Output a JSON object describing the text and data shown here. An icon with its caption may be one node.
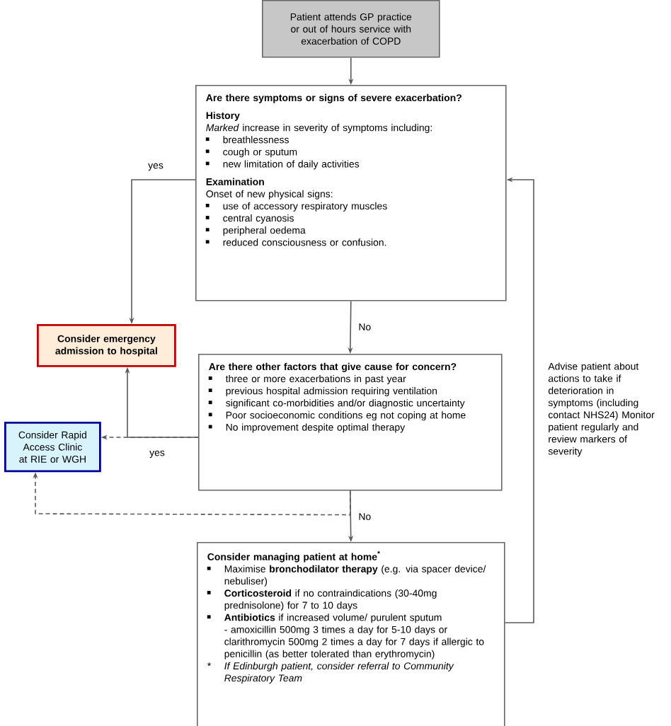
{
  "diagram": {
    "nodes": [
      {
        "text": [
          "Patient attends GP practice or out of hours service with exacerbation of COPD"
        ]
      },
      {
        "text": [
          "Are there symptoms or signs of severe exacerbation?",
          "History",
          "*Marked* increase in severity of symptoms including:",
          "breathlessness",
          "cough or sputum",
          "new limitation of daily activities",
          "Examination",
          "Onset of new physical signs:",
          "use of accessory respiratory muscles",
          "central cyanosis",
          "peripheral oedema",
          "reduced consciousness or confusion."
        ]
      },
      {
        "text": [
          "Consider emergency admission to hospital"
        ]
      },
      {
        "text": [
          "Are there other factors that give cause for concern?",
          "three or more exacerbations in past year",
          "previous hospital admission requiring ventilation",
          "significant co-morbidities and/or diagnostic uncertainty",
          "Poor socioeconomic conditions eg not coping at home",
          "No improvement despite optimal therapy"
        ]
      },
      {
        "text": [
          "Consider Rapid Access Clinic at RIE or WGH"
        ]
      },
      {
        "text": [
          "Consider managing patient at home$^{*}$",
          "Maximise **bronchodilator therapy** (e.g. via spacer device/ nebuliser)",
          "**Corticosteroid** if no contraindications (30-40mg prednisolone) for 7 to 10 days",
          "**Antibiotics** if increased volume/ purulent sputum - amoxicillin 500mg 3 times a day for 5-10 days or clarithromycin 500mg 2 times a day for 7 days if allergic to penicillin (as better tolerated than erythromycin)",
          "*",
          "If Edinburgh patient, consider referral to Community Respiratory Team"
        ]
      }
    ],
    "edges": [
      {
        "from": 0,
        "to": 1,
        "arrow": "to"
      },
      {
        "from": 1,
        "to": 2,
        "arrow": "to",
        "label": "yes"
      },
      {
        "from": 1,
        "to": 3,
        "arrow": "to",
        "label": "No"
      },
      {
        "from": 3,
        "to": 2,
        "arrow": "to",
        "label": "yes"
      },
      {
        "from": 3,
        "to": 4,
        "arrow": "to",
        "style": "dashed"
      },
      {
        "from": 3,
        "to": 5,
        "arrow": "to",
        "label": "No"
      },
      {
        "from": 3,
        "to": 4,
        "arrow": "to",
        "style": "dashed"
      },
      {
        "from": 5,
        "to": 1,
        "arrow": "to",
        "label": "Advise patient about actions to take if deterioration in symptoms (including contact NHS24) Monitor patient regularly and review markers of severity"
      }
    ]
  }
}
